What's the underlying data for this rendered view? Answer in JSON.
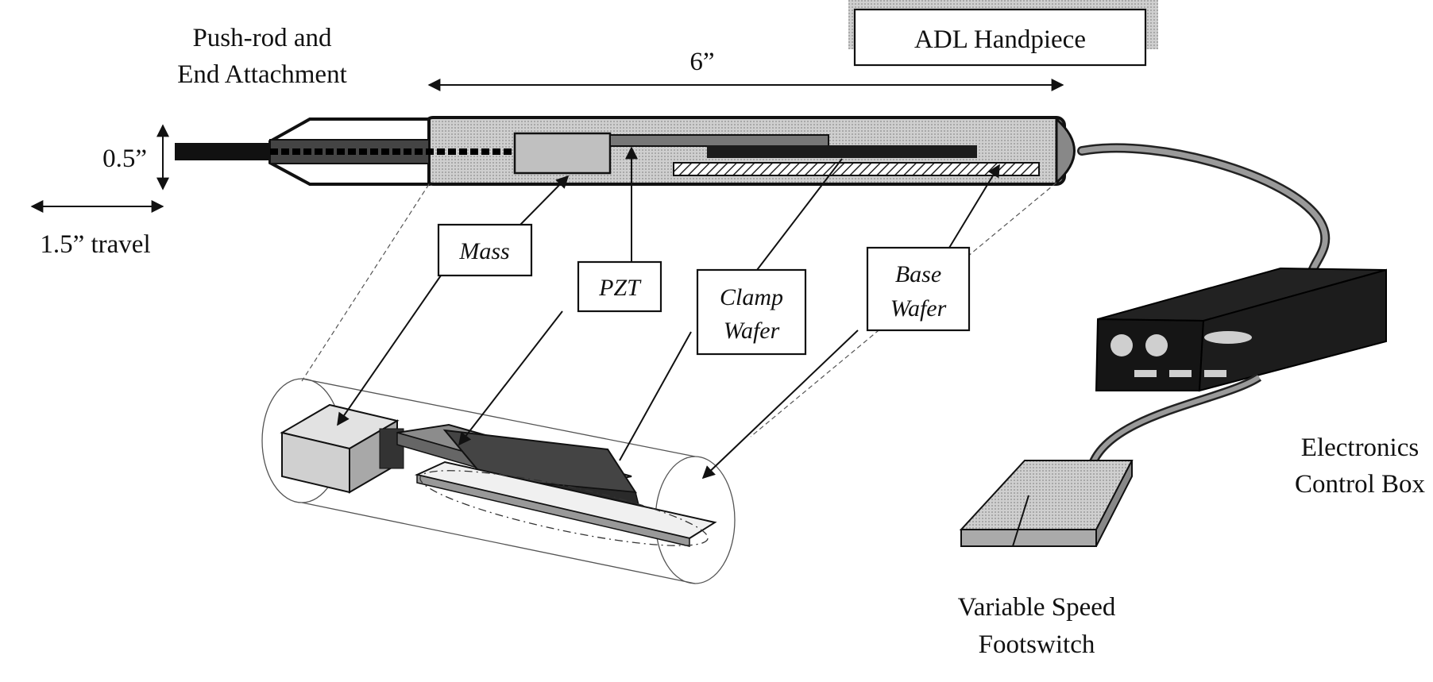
{
  "labels": {
    "pushrod_line1": "Push-rod and",
    "pushrod_line2": "End Attachment",
    "handpiece": "ADL Handpiece",
    "length": "6”",
    "diameter": "0.5”",
    "travel": "1.5” travel",
    "mass": "Mass",
    "pzt": "PZT",
    "clamp_line1": "Clamp",
    "clamp_line2": "Wafer",
    "base_line1": "Base",
    "base_line2": "Wafer",
    "electronics_line1": "Electronics",
    "electronics_line2": "Control Box",
    "footswitch_line1": "Variable Speed",
    "footswitch_line2": "Footswitch"
  },
  "colors": {
    "ink": "#111111",
    "handpiece_fill": "#c8c8c8",
    "component_fill": "#b4b4b4",
    "dark_fill": "#1c1c1c"
  }
}
